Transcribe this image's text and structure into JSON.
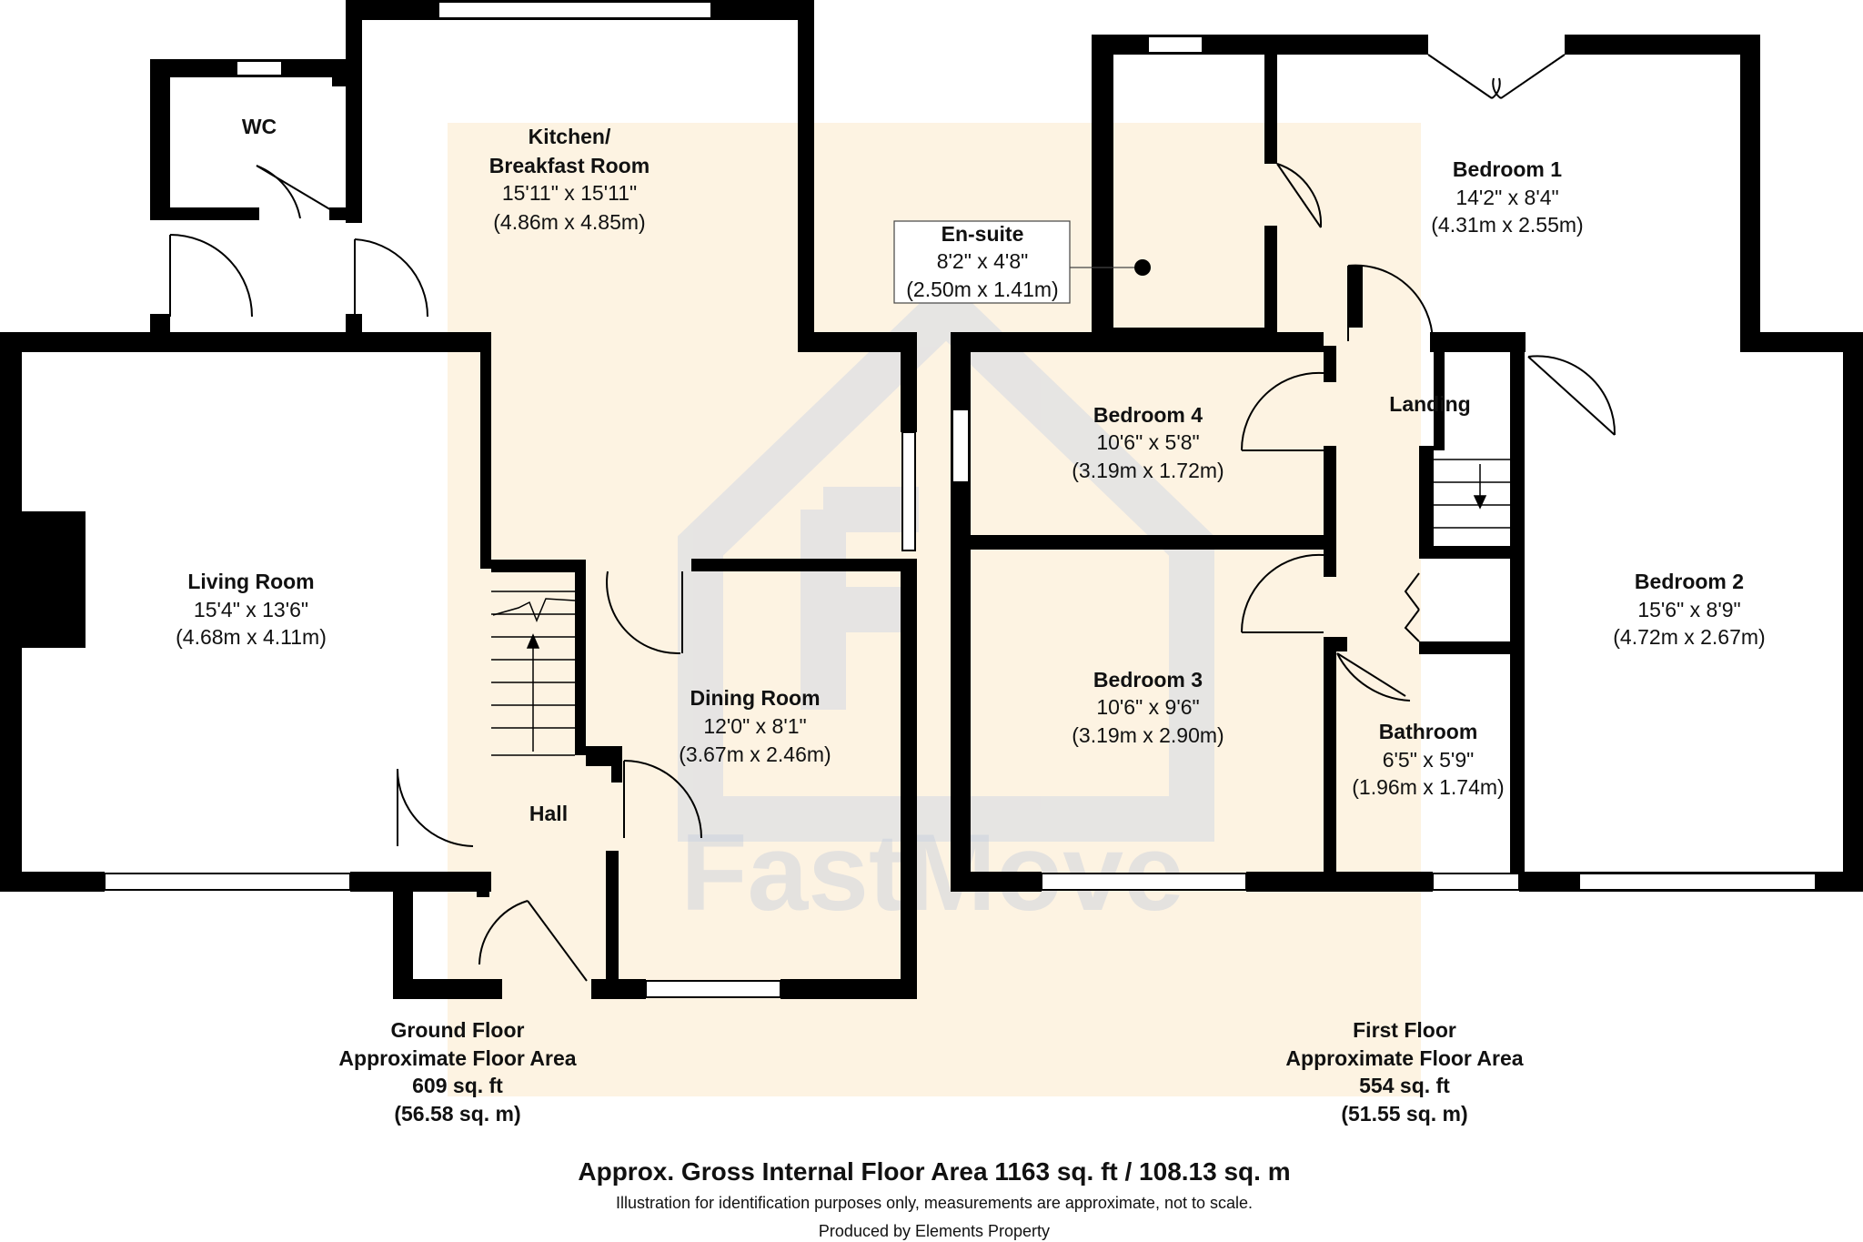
{
  "watermark": "FastMove",
  "rooms": {
    "wc": {
      "name": "WC"
    },
    "kitchen": {
      "name1": "Kitchen/",
      "name2": "Breakfast Room",
      "imperial": "15'11\" x 15'11\"",
      "metric": "(4.86m x 4.85m)"
    },
    "living": {
      "name": "Living Room",
      "imperial": "15'4\" x 13'6\"",
      "metric": "(4.68m x 4.11m)"
    },
    "dining": {
      "name": "Dining Room",
      "imperial": "12'0\" x 8'1\"",
      "metric": "(3.67m x 2.46m)"
    },
    "hall": {
      "name": "Hall"
    },
    "ensuite": {
      "name": "En-suite",
      "imperial": "8'2\" x 4'8\"",
      "metric": "(2.50m x 1.41m)"
    },
    "bedroom1": {
      "name": "Bedroom 1",
      "imperial": "14'2\" x 8'4\"",
      "metric": "(4.31m x 2.55m)"
    },
    "bedroom2": {
      "name": "Bedroom 2",
      "imperial": "15'6\" x 8'9\"",
      "metric": "(4.72m x 2.67m)"
    },
    "bedroom3": {
      "name": "Bedroom 3",
      "imperial": "10'6\" x 9'6\"",
      "metric": "(3.19m x 2.90m)"
    },
    "bedroom4": {
      "name": "Bedroom 4",
      "imperial": "10'6\" x 5'8\"",
      "metric": "(3.19m x 1.72m)"
    },
    "landing": {
      "name": "Landing"
    },
    "bathroom": {
      "name": "Bathroom",
      "imperial": "6'5\" x 5'9\"",
      "metric": "(1.96m x 1.74m)"
    }
  },
  "floors": {
    "ground": {
      "line1": "Ground Floor",
      "line2": "Approximate Floor Area",
      "line3": "609 sq. ft",
      "line4": "(56.58 sq. m)"
    },
    "first": {
      "line1": "First Floor",
      "line2": "Approximate Floor Area",
      "line3": "554 sq. ft",
      "line4": "(51.55 sq. m)"
    }
  },
  "footer": {
    "gross": "Approx. Gross Internal Floor Area 1163 sq. ft / 108.13 sq. m",
    "disclaimer": "Illustration for identification purposes only, measurements are approximate, not to scale.",
    "producer": "Produced by Elements Property"
  },
  "colors": {
    "wall": "#000000",
    "highlight": "#fdf3e2",
    "watermark": "#c7cedd"
  }
}
